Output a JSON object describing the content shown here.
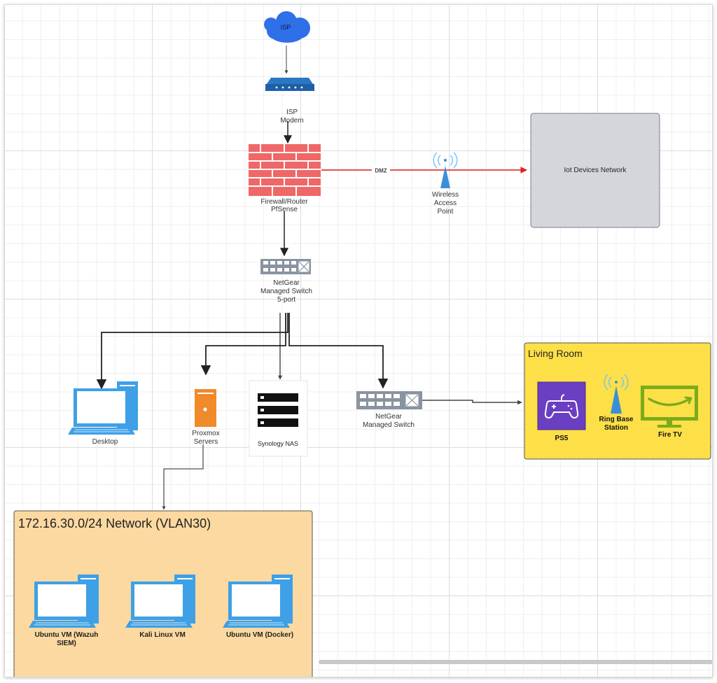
{
  "nodes": {
    "isp": {
      "label": "ISP"
    },
    "modem": {
      "label_lines": [
        "ISP",
        "Modem"
      ]
    },
    "firewall": {
      "label_lines": [
        "Firewall/Router",
        "PfSense"
      ]
    },
    "dmz": {
      "label": "DMZ"
    },
    "wap": {
      "label_lines": [
        "Wireless",
        "Access",
        "Point"
      ]
    },
    "iot": {
      "label": "Iot Devices Network"
    },
    "switch_main": {
      "label_lines": [
        "NetGear",
        "Managed Switch",
        "5-port"
      ]
    },
    "desktop": {
      "label": "Desktop"
    },
    "proxmox": {
      "label_lines": [
        "Proxmox",
        "Servers"
      ]
    },
    "nas": {
      "label": "Synology NAS"
    },
    "switch2": {
      "label_lines": [
        "NetGear",
        "Managed Switch"
      ]
    }
  },
  "living_room": {
    "title": "Living Room",
    "ps5": "PS5",
    "ring_lines": [
      "Ring Base",
      "Station"
    ],
    "firetv": "Fire TV"
  },
  "vlan": {
    "title": "172.16.30.0/24 Network (VLAN30)",
    "vm1_lines": [
      "Ubuntu VM (Wazuh",
      "SIEM)"
    ],
    "vm2_lines": [
      "Kali Linux VM"
    ],
    "vm3_lines": [
      "Ubuntu  VM (Docker)"
    ]
  },
  "colors": {
    "cloud": "#2f6fe8",
    "modem": "#1f5fa8",
    "firewall_brick": "#ef6767",
    "firewall_mortar": "#ffffff",
    "dmz_link": "#e11d1d",
    "wap": "#3b8fd9",
    "iot_fill": "#d3d6db",
    "switch": "#8a93a0",
    "desktop": "#3ea0e6",
    "proxmox": "#f08a2a",
    "living_room_fill": "#fde047",
    "ps5_fill": "#6b3fc1",
    "firetv": "#7cab1c",
    "vlan_fill": "#fcd9a0",
    "connector": "#222222"
  }
}
